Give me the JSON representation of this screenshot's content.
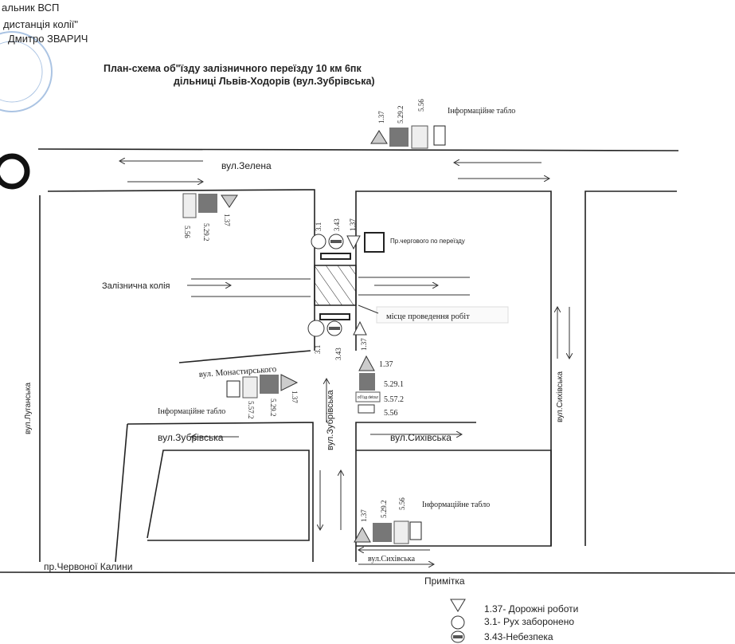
{
  "header": {
    "line1": "альник ВСП",
    "line2": "дистанція колії\"",
    "line3": "Дмитро ЗВАРИЧ"
  },
  "title": {
    "line1": "План-схема об\"їзду залізничного переїзду 10 км 6пк",
    "line2": "дільниці Львів-Ходорів (вул.Зубрівська)"
  },
  "streets": {
    "zelena": "вул.Зелена",
    "railway": "Залізнична колія",
    "monastyrskoho": "вул. Монастирського",
    "luhanska": "вул.Луганська",
    "zubrivska_h": "вул.Зубрівська",
    "zubrivska_v": "вул.Зубрівська",
    "sykhivska_h": "вул.Сихівська",
    "sykhivska_v": "вул.Сихівська",
    "sykhivska_bottom": "вул.Сихівська",
    "chervonoi_kalyny": "пр.Червоної Калини"
  },
  "labels": {
    "info_board": "Інформаційне табло",
    "duty_officer": "Пр.чергового по переїзду",
    "work_site": "місце проведення робіт",
    "detour": "обʼїзд detour"
  },
  "signs": {
    "s137": "1.37",
    "s5292": "5.29.2",
    "s556": "5.56",
    "s31": "3.1",
    "s343": "3.43",
    "s5291": "5.29.1",
    "s5572": "5.57.2"
  },
  "legend": {
    "title": "Примітка",
    "items": [
      "1.37- Дорожні роботи",
      "3.1- Рух заборонено",
      "3.43-Небезпека"
    ]
  }
}
